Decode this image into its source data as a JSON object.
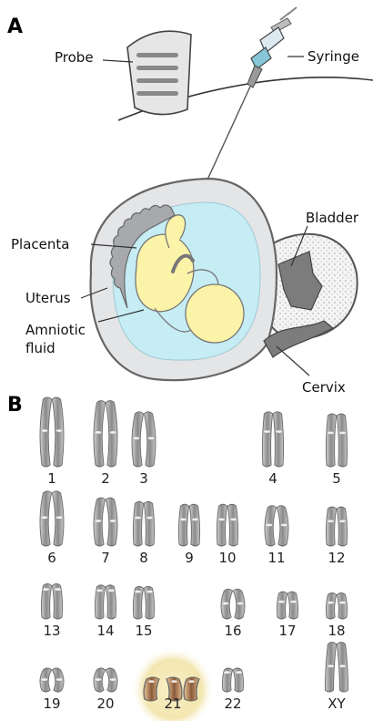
{
  "panels": {
    "a": "A",
    "b": "B"
  },
  "labels": {
    "probe": "Probe",
    "syringe": "Syringe",
    "bladder": "Bladder",
    "placenta": "Placenta",
    "uterus": "Uterus",
    "amniotic_1": "Amniotic",
    "amniotic_2": "fluid",
    "cervix": "Cervix"
  },
  "karyotype": [
    {
      "label": "1",
      "size": 1.0,
      "type": "meta"
    },
    {
      "label": "2",
      "size": 0.95,
      "type": "meta"
    },
    {
      "label": "3",
      "size": 0.78,
      "type": "meta"
    },
    {
      "label": "4",
      "size": 0.78,
      "type": "sub"
    },
    {
      "label": "5",
      "size": 0.75,
      "type": "sub"
    },
    {
      "label": "6",
      "size": 0.78,
      "type": "meta"
    },
    {
      "label": "7",
      "size": 0.68,
      "type": "meta"
    },
    {
      "label": "8",
      "size": 0.62,
      "type": "sub"
    },
    {
      "label": "9",
      "size": 0.58,
      "type": "sub"
    },
    {
      "label": "10",
      "size": 0.58,
      "type": "sub"
    },
    {
      "label": "11",
      "size": 0.56,
      "type": "meta"
    },
    {
      "label": "12",
      "size": 0.54,
      "type": "sub"
    },
    {
      "label": "13",
      "size": 0.48,
      "type": "acro"
    },
    {
      "label": "14",
      "size": 0.46,
      "type": "acro"
    },
    {
      "label": "15",
      "size": 0.44,
      "type": "acro"
    },
    {
      "label": "16",
      "size": 0.4,
      "type": "meta"
    },
    {
      "label": "17",
      "size": 0.36,
      "type": "sub"
    },
    {
      "label": "18",
      "size": 0.34,
      "type": "sub"
    },
    {
      "label": "19",
      "size": 0.26,
      "type": "meta"
    },
    {
      "label": "20",
      "size": 0.25,
      "type": "meta"
    },
    {
      "label": "21",
      "size": 0.22,
      "type": "acro",
      "copies": 3,
      "highlight": true
    },
    {
      "label": "22",
      "size": 0.22,
      "type": "acro"
    },
    {
      "label": "XY",
      "size": 0.7,
      "type": "sex"
    }
  ],
  "colors": {
    "fluid": "#c6ecf4",
    "fetus": "#fbf3a8",
    "placenta": "#a7a9ad",
    "uterus": "#e4e5e7",
    "chromosome": "#8f8f8f",
    "highlight": "#f2e8b4"
  }
}
